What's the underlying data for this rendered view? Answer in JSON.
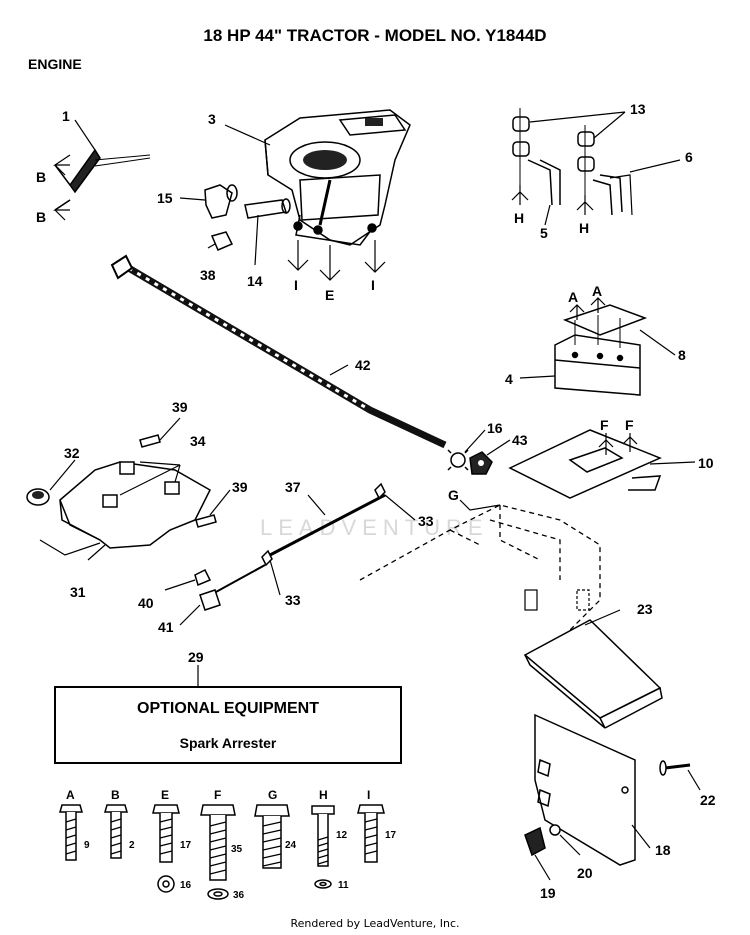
{
  "header": {
    "title": "18 HP 44\" TRACTOR - MODEL NO. Y1844D",
    "section": "ENGINE"
  },
  "watermark": "LEADVENTURE",
  "optional": {
    "heading": "OPTIONAL EQUIPMENT",
    "item": "Spark Arrester"
  },
  "footer": "Rendered by LeadVenture, Inc.",
  "callouts": {
    "c1": "1",
    "c3": "3",
    "c4": "4",
    "c5": "5",
    "c6": "6",
    "c8": "8",
    "c10": "10",
    "c13": "13",
    "c14": "14",
    "c15": "15",
    "c16": "16",
    "c18": "18",
    "c19": "19",
    "c20": "20",
    "c22": "22",
    "c23": "23",
    "c29": "29",
    "c31": "31",
    "c32": "32",
    "c33a": "33",
    "c33b": "33",
    "c34": "34",
    "c37": "37",
    "c38": "38",
    "c39a": "39",
    "c39b": "39",
    "c40": "40",
    "c41": "41",
    "c42": "42",
    "c43": "43"
  },
  "ref_letters": {
    "b1": "B",
    "b2": "B",
    "i1": "I",
    "i2": "I",
    "e1": "E",
    "h1": "H",
    "h2": "H",
    "a1": "A",
    "a2": "A",
    "f1": "F",
    "f2": "F",
    "g1": "G"
  },
  "hardware": [
    {
      "letter": "A",
      "part": "9"
    },
    {
      "letter": "B",
      "part": "2"
    },
    {
      "letter": "E",
      "part": "17",
      "extra": "16"
    },
    {
      "letter": "F",
      "part": "35",
      "extra": "36"
    },
    {
      "letter": "G",
      "part": "24"
    },
    {
      "letter": "H",
      "part": "12",
      "extra": "11"
    },
    {
      "letter": "I",
      "part": "17"
    }
  ]
}
